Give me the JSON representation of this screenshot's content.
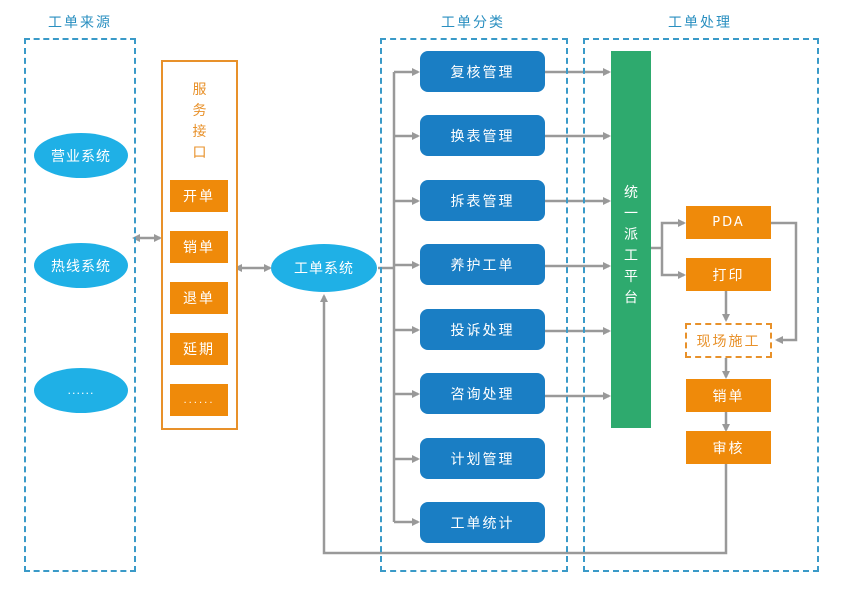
{
  "sections": {
    "source": {
      "title": "工单来源"
    },
    "classify": {
      "title": "工单分类"
    },
    "process": {
      "title": "工单处理"
    }
  },
  "source_systems": [
    "营业系统",
    "热线系统",
    "......"
  ],
  "service_interface": {
    "title_chars": [
      "服",
      "务",
      "接",
      "口"
    ],
    "items": [
      "开单",
      "销单",
      "退单",
      "延期",
      "......"
    ]
  },
  "work_order_system": "工单系统",
  "categories": [
    "复核管理",
    "换表管理",
    "拆表管理",
    "养护工单",
    "投诉处理",
    "咨询处理",
    "计划管理",
    "工单统计"
  ],
  "dispatch_platform": {
    "chars": [
      "统",
      "一",
      "派",
      "工",
      "平",
      "台"
    ]
  },
  "processing_steps": {
    "pda": "PDA",
    "print": "打印",
    "onsite": "现场施工",
    "close": "销单",
    "audit": "审核"
  },
  "colors": {
    "section_border": "#3a9ac8",
    "ellipse": "#1fb0e6",
    "category_button": "#1a7ec4",
    "orange": "#ef8a0a",
    "green": "#2eaa6e",
    "arrow": "#999999"
  }
}
